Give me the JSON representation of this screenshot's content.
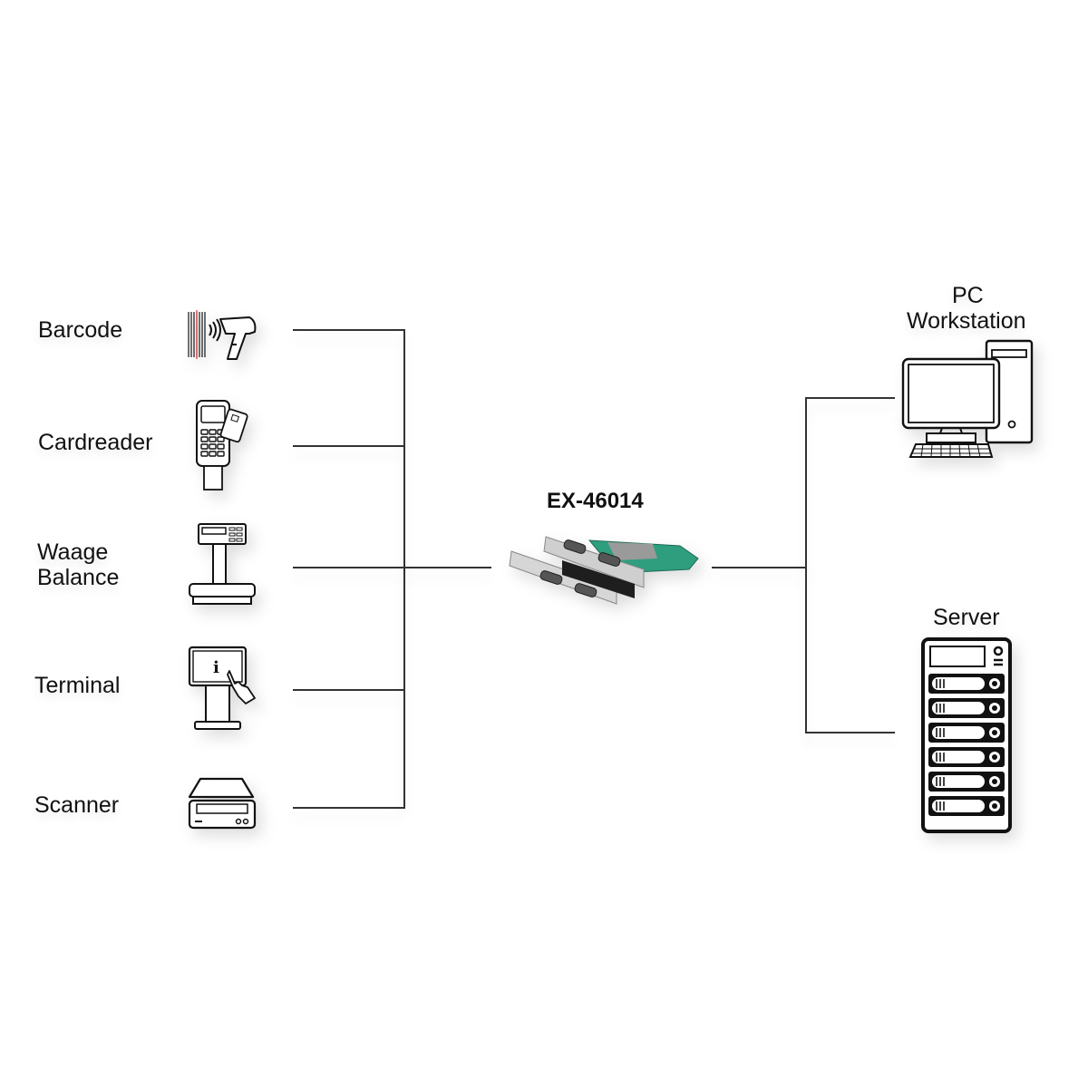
{
  "diagram": {
    "center_device": {
      "label": "EX-46014",
      "icon": "pcie-serial-card-icon"
    },
    "left_devices": [
      {
        "label": "Barcode",
        "icon": "barcode-scanner-icon"
      },
      {
        "label": "Cardreader",
        "icon": "card-reader-icon"
      },
      {
        "label_line1": "Waage",
        "label_line2": "Balance",
        "icon": "scale-icon"
      },
      {
        "label": "Terminal",
        "icon": "touch-terminal-icon"
      },
      {
        "label": "Scanner",
        "icon": "flatbed-scanner-icon"
      }
    ],
    "right_devices": [
      {
        "label_line1": "PC",
        "label_line2": "Workstation",
        "icon": "desktop-pc-icon"
      },
      {
        "label": "Server",
        "icon": "server-rack-icon"
      }
    ],
    "colors": {
      "line": "#333333",
      "background": "#ffffff",
      "icon": "#111111"
    }
  }
}
